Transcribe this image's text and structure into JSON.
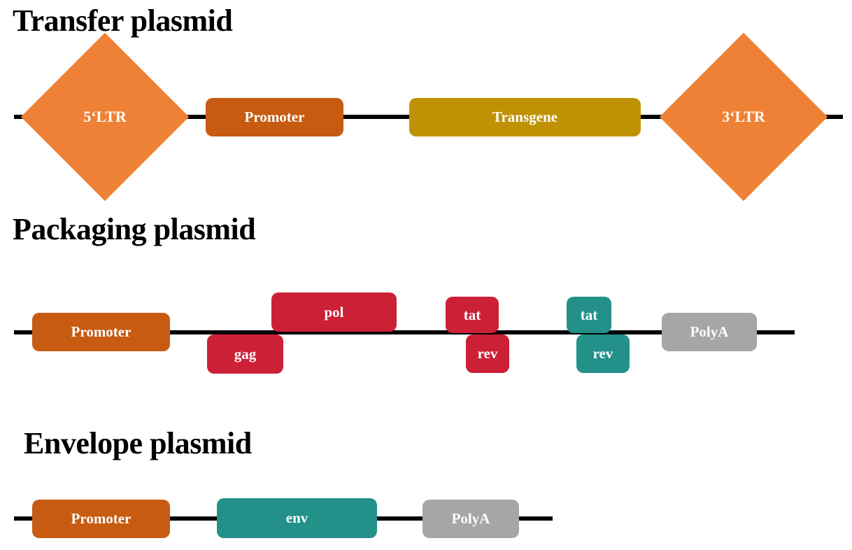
{
  "figure": {
    "background": "#ffffff",
    "line_color": "#000000",
    "text_color_on_shape": "#ffffff",
    "heading_color": "#000000"
  },
  "palette": {
    "ltr_orange": "#EF8136",
    "promoter_orange": "#C75B12",
    "transgene_gold": "#BF9104",
    "red": "#CC2036",
    "teal": "#23918A",
    "gray": "#A6A6A6"
  },
  "sections": {
    "transfer": {
      "heading": "Transfer plasmid",
      "features": [
        {
          "label": "5‘LTR",
          "shape": "diamond",
          "color": "#EF8136"
        },
        {
          "label": "Promoter",
          "shape": "box",
          "color": "#C75B12"
        },
        {
          "label": "Transgene",
          "shape": "box",
          "color": "#BF9104"
        },
        {
          "label": "3‘LTR",
          "shape": "diamond",
          "color": "#EF8136"
        }
      ]
    },
    "packaging": {
      "heading": "Packaging plasmid",
      "features": [
        {
          "label": "Promoter",
          "shape": "box",
          "color": "#C75B12",
          "position": "on-line"
        },
        {
          "label": "gag",
          "shape": "box",
          "color": "#CC2036",
          "position": "below-line"
        },
        {
          "label": "pol",
          "shape": "box",
          "color": "#CC2036",
          "position": "above-line"
        },
        {
          "label": "tat",
          "shape": "box",
          "color": "#CC2036",
          "position": "above-line"
        },
        {
          "label": "rev",
          "shape": "box",
          "color": "#CC2036",
          "position": "below-line"
        },
        {
          "label": "tat",
          "shape": "box",
          "color": "#23918A",
          "position": "above-line"
        },
        {
          "label": "rev",
          "shape": "box",
          "color": "#23918A",
          "position": "below-line"
        },
        {
          "label": "PolyA",
          "shape": "box",
          "color": "#A6A6A6",
          "position": "on-line"
        }
      ]
    },
    "envelope": {
      "heading": "Envelope plasmid",
      "features": [
        {
          "label": "Promoter",
          "shape": "box",
          "color": "#C75B12"
        },
        {
          "label": "env",
          "shape": "box",
          "color": "#23918A"
        },
        {
          "label": "PolyA",
          "shape": "box",
          "color": "#A6A6A6"
        }
      ]
    }
  }
}
